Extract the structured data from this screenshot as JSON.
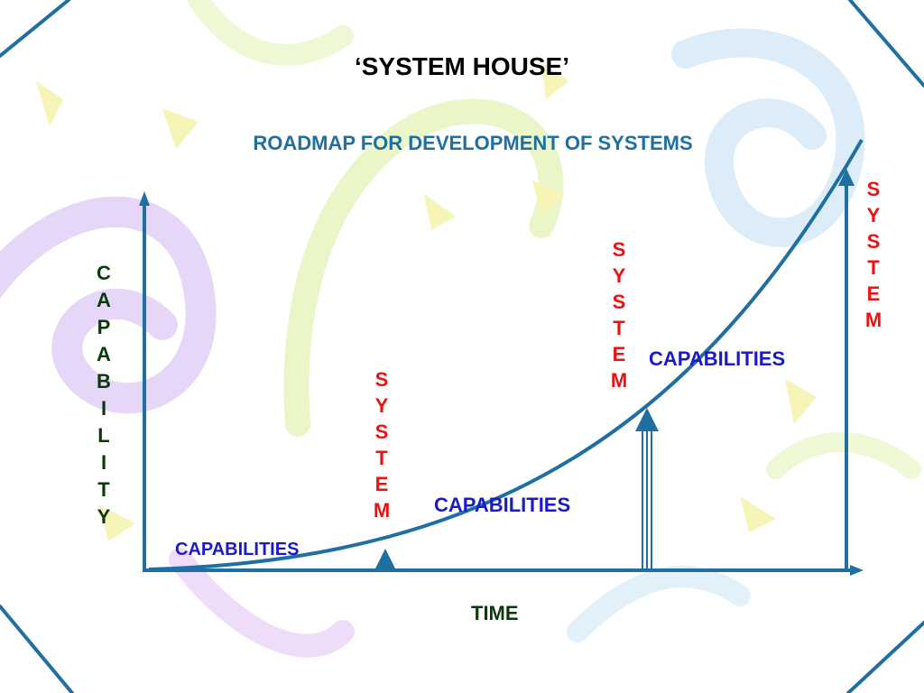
{
  "title": "‘SYSTEM HOUSE’",
  "subtitle": "ROADMAP FOR DEVELOPMENT OF SYSTEMS",
  "y_axis_label": "CAPABILITY",
  "x_axis_label": "TIME",
  "system_label": "SYSTEM",
  "capability_labels": [
    "CAPABILITIES",
    "CAPABILITIES",
    "CAPABILITIES"
  ],
  "colors": {
    "axis": "#1f6fa3",
    "curve": "#1f6fa3",
    "system_text": "#ee1111",
    "capabilities_text": "#1a1acc",
    "title_text": "#000000",
    "subtitle_text": "#1f6fa3",
    "axis_label_text": "#0a3a0a"
  },
  "icons": [
    "up-arrow-icon",
    "triangle-marker-icon"
  ]
}
